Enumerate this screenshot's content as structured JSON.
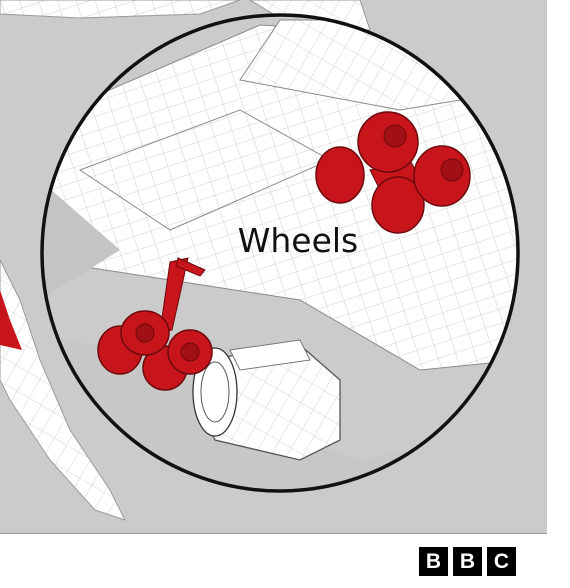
{
  "illustration": {
    "callout_label": "Wheels",
    "colors": {
      "background": "#cbcbcb",
      "wireframe_fill": "#ffffff",
      "wireframe_line": "#bdbdbd",
      "highlight_red": "#c8141b",
      "dark_red": "#6e0a0d",
      "outline": "#111111"
    }
  },
  "footer": {
    "logo_letters": [
      "B",
      "B",
      "C"
    ]
  }
}
